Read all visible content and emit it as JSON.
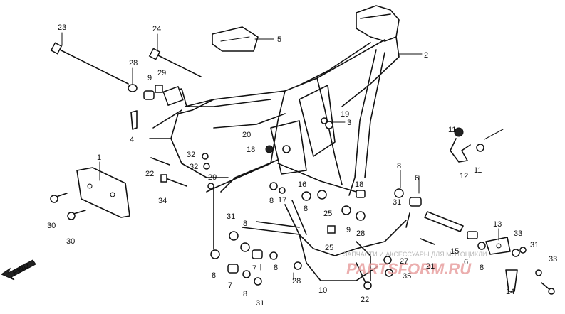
{
  "callouts": [
    {
      "id": "c23a",
      "text": "23"
    },
    {
      "id": "c24",
      "text": "24"
    },
    {
      "id": "c5",
      "text": "5"
    },
    {
      "id": "c28a",
      "text": "28"
    },
    {
      "id": "c9a",
      "text": "9"
    },
    {
      "id": "c29a",
      "text": "29"
    },
    {
      "id": "c2",
      "text": "2"
    },
    {
      "id": "c4",
      "text": "4"
    },
    {
      "id": "c19",
      "text": "19"
    },
    {
      "id": "c3",
      "text": "3"
    },
    {
      "id": "c20",
      "text": "20"
    },
    {
      "id": "c18a",
      "text": "18"
    },
    {
      "id": "c32a",
      "text": "32"
    },
    {
      "id": "c32b",
      "text": "32"
    },
    {
      "id": "c22a",
      "text": "22"
    },
    {
      "id": "c29b",
      "text": "29"
    },
    {
      "id": "c34",
      "text": "34"
    },
    {
      "id": "c1",
      "text": "1"
    },
    {
      "id": "c30a",
      "text": "30"
    },
    {
      "id": "c30b",
      "text": "30"
    },
    {
      "id": "c11a",
      "text": "11"
    },
    {
      "id": "c11b",
      "text": "11"
    },
    {
      "id": "c12",
      "text": "12"
    },
    {
      "id": "c8a",
      "text": "8"
    },
    {
      "id": "c6a",
      "text": "6"
    },
    {
      "id": "c18b",
      "text": "18"
    },
    {
      "id": "c16",
      "text": "16"
    },
    {
      "id": "c17",
      "text": "17"
    },
    {
      "id": "c8b",
      "text": "8"
    },
    {
      "id": "c8c",
      "text": "8"
    },
    {
      "id": "c31a",
      "text": "31"
    },
    {
      "id": "c25a",
      "text": "25"
    },
    {
      "id": "c9b",
      "text": "9"
    },
    {
      "id": "c28b",
      "text": "28"
    },
    {
      "id": "c15",
      "text": "15"
    },
    {
      "id": "c31b",
      "text": "31"
    },
    {
      "id": "c8d",
      "text": "8"
    },
    {
      "id": "c25b",
      "text": "25"
    },
    {
      "id": "c13",
      "text": "13"
    },
    {
      "id": "c33a",
      "text": "33"
    },
    {
      "id": "c31c",
      "text": "31"
    },
    {
      "id": "c6b",
      "text": "6"
    },
    {
      "id": "c8e",
      "text": "8"
    },
    {
      "id": "c33b",
      "text": "33"
    },
    {
      "id": "c27",
      "text": "27"
    },
    {
      "id": "c21",
      "text": "21"
    },
    {
      "id": "c35",
      "text": "35"
    },
    {
      "id": "c7a",
      "text": "7"
    },
    {
      "id": "c8f",
      "text": "8"
    },
    {
      "id": "c8g",
      "text": "8"
    },
    {
      "id": "c7b",
      "text": "7"
    },
    {
      "id": "c8h",
      "text": "8"
    },
    {
      "id": "c28c",
      "text": "28"
    },
    {
      "id": "c10",
      "text": "10"
    },
    {
      "id": "c22b",
      "text": "22"
    },
    {
      "id": "c31d",
      "text": "31"
    },
    {
      "id": "c14",
      "text": "14"
    }
  ],
  "direction_marker": {
    "text": "FWD"
  },
  "watermark": {
    "tagline": "ЗАПЧАСТИ И АКСЕССУАРЫ ДЛЯ МОТОЦИКЛИ",
    "brand": "PARTSFORM.RU",
    "accent": "#e8a0a0"
  }
}
